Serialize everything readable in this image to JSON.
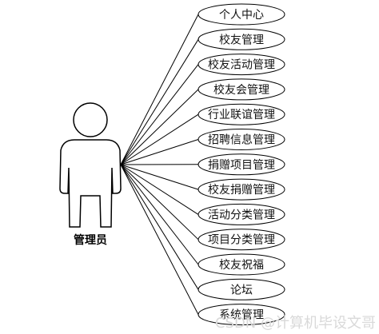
{
  "actor": {
    "name": "管理员"
  },
  "use_cases": [
    "个人中心",
    "校友管理",
    "校友活动管理",
    "校友会管理",
    "行业联谊管理",
    "招聘信息管理",
    "捐赠项目管理",
    "校友捐赠管理",
    "活动分类管理",
    "项目分类管理",
    "校友祝福",
    "论坛",
    "系统管理"
  ],
  "watermark": "CSDN @计算机毕设文哥",
  "colors": {
    "stroke": "#000000",
    "background": "#ffffff"
  }
}
